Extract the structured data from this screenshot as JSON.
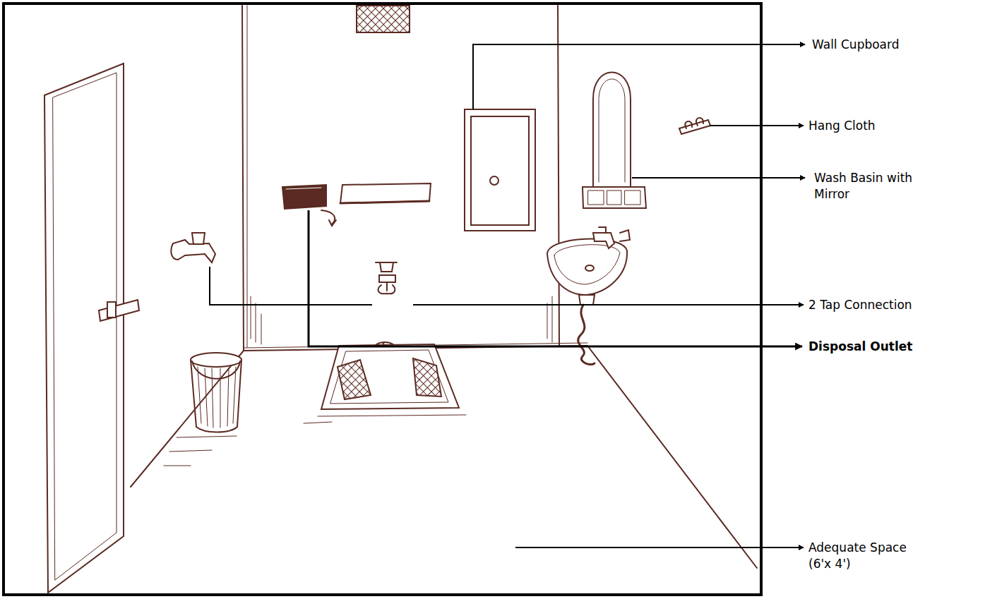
{
  "diagram": {
    "labels": [
      "Wall Cupboard",
      "Hang Cloth",
      "Wash Basin with Mirror",
      "2 Tap Connection",
      "Disposal Outlet",
      "Adequate Space (6'x 4')"
    ]
  }
}
